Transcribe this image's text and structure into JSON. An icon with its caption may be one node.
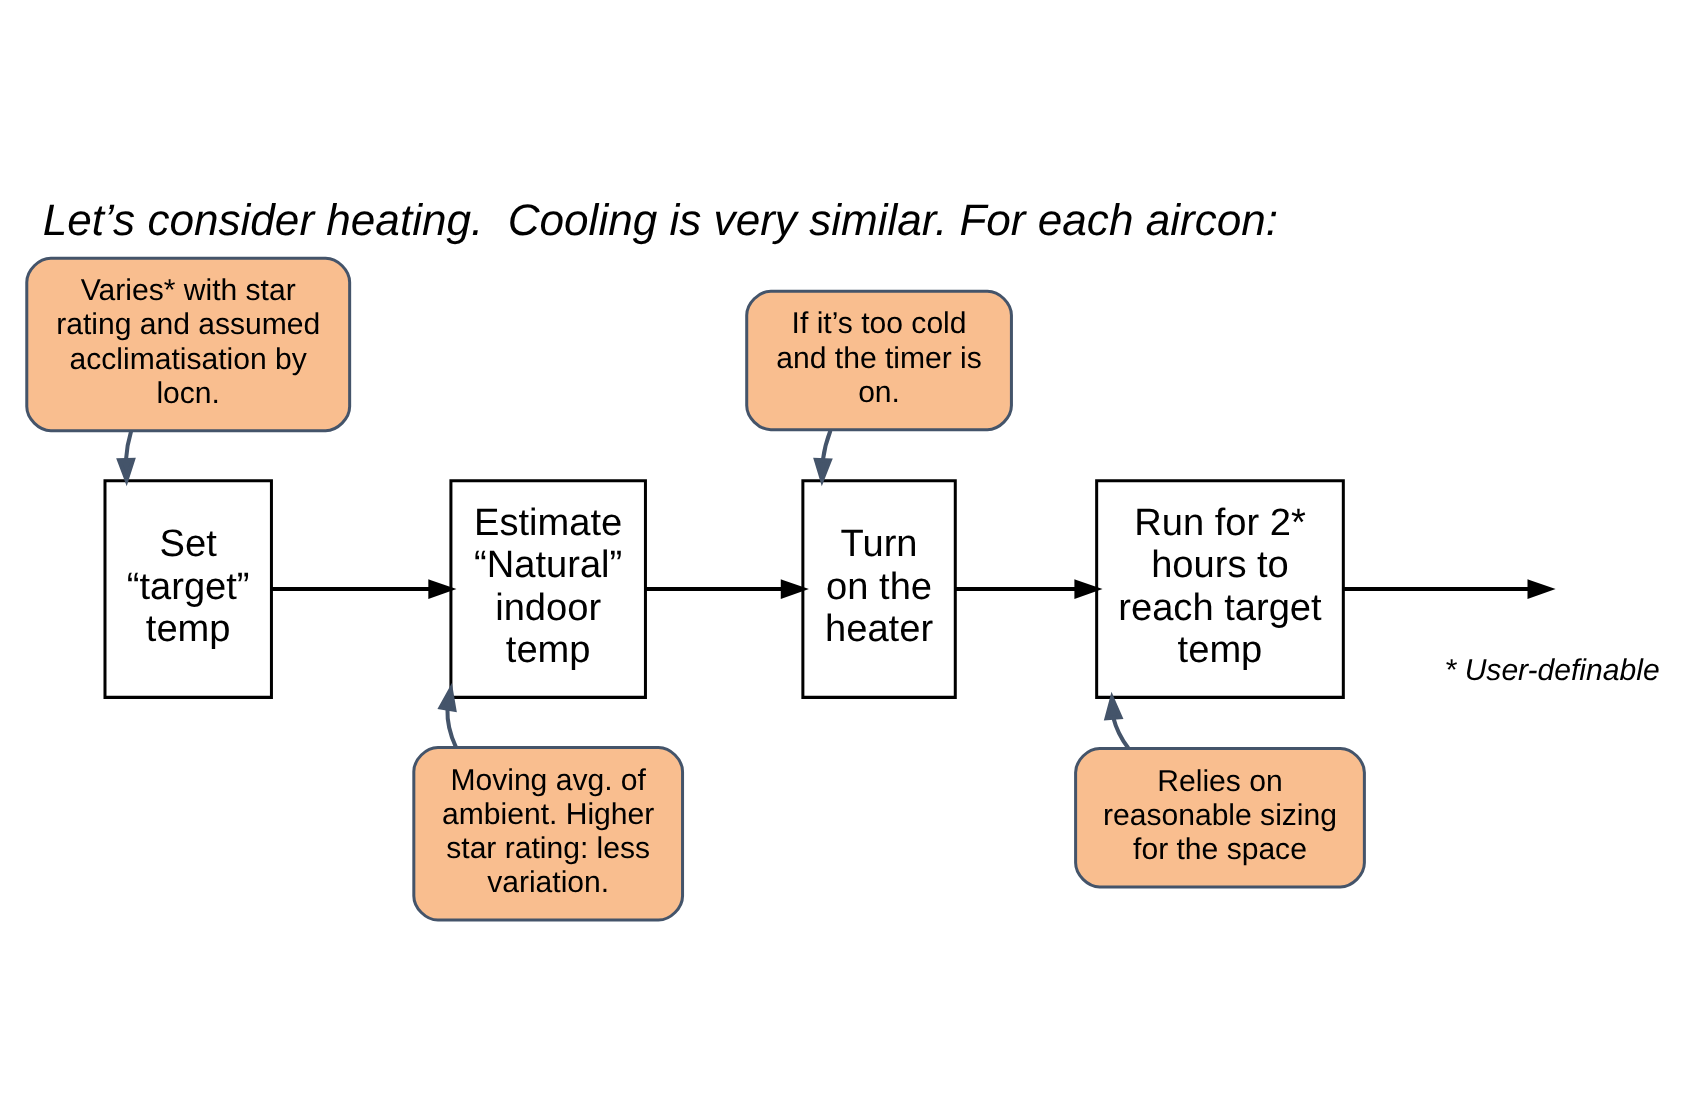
{
  "diagram": {
    "title": "Let’s consider heating.  Cooling is very similar. For each aircon:",
    "nodes": [
      {
        "text": [
          "Varies* with star rating and assumed acclimatisation by locn."
        ]
      },
      {
        "text": [
          "If it’s too cold and the timer is on."
        ]
      },
      {
        "text": [
          "Set “target” temp"
        ]
      },
      {
        "text": [
          "Estimate “Natural” indoor temp"
        ]
      },
      {
        "text": [
          "Turn on the heater"
        ]
      },
      {
        "text": [
          "Run for 2* hours to reach target temp"
        ]
      },
      {
        "text": [
          "Moving avg. of ambient. Higher star rating: less variation."
        ]
      },
      {
        "text": [
          "Relies on reasonable sizing for the space"
        ]
      }
    ],
    "edges": [
      {
        "from": 2,
        "to": 3,
        "arrow": "to"
      },
      {
        "from": 3,
        "to": 4,
        "arrow": "to"
      },
      {
        "from": 4,
        "to": 5,
        "arrow": "to"
      },
      {
        "from": 5,
        "to": null,
        "arrow": "to"
      },
      {
        "from": 0,
        "to": 2,
        "arrow": "to",
        "color": "#44546a"
      },
      {
        "from": 1,
        "to": 4,
        "arrow": "to",
        "color": "#44546a"
      },
      {
        "from": 6,
        "to": 3,
        "arrow": "to",
        "color": "#44546a"
      },
      {
        "from": 7,
        "to": 5,
        "arrow": "to",
        "color": "#44546a"
      }
    ],
    "labels": [
      "* User-definable"
    ]
  }
}
